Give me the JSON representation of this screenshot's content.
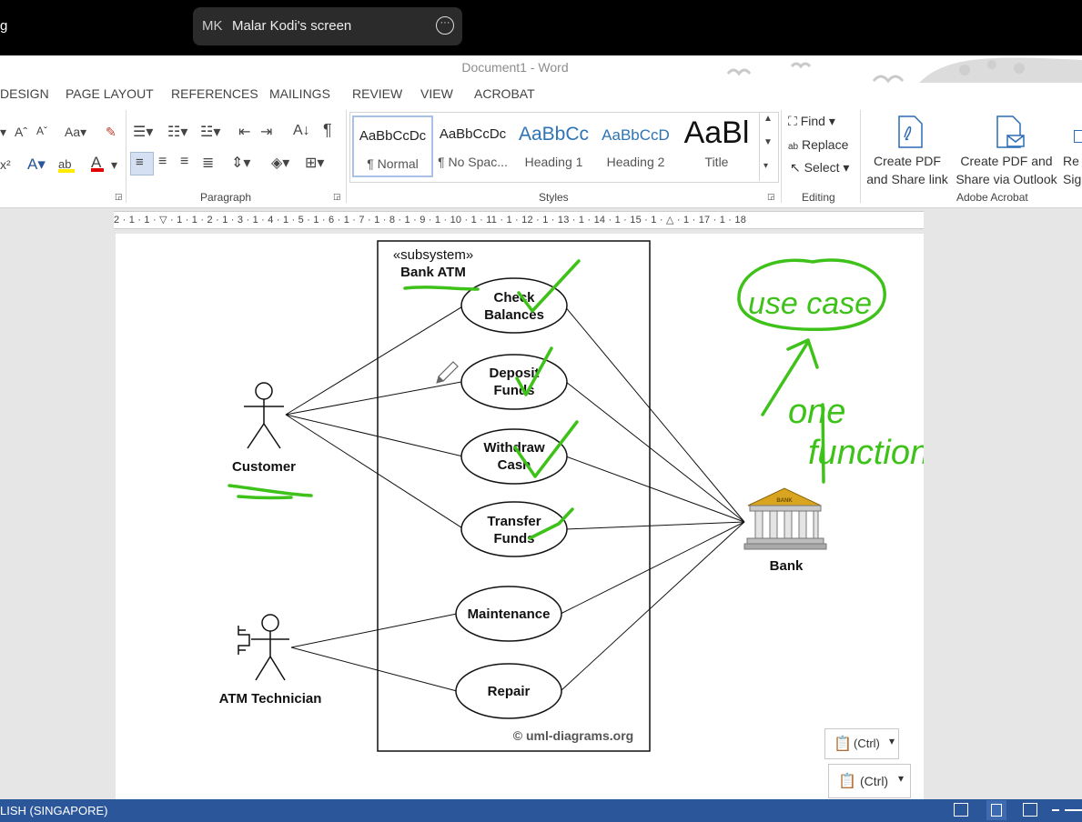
{
  "share_bar": {
    "left_text": "g",
    "initials": "MK",
    "label": "Malar Kodi's screen",
    "more": "···"
  },
  "window": {
    "title": "Document1 - Word"
  },
  "tabs": [
    "DESIGN",
    "PAGE LAYOUT",
    "REFERENCES",
    "MAILINGS",
    "REVIEW",
    "VIEW",
    "ACROBAT"
  ],
  "ribbon": {
    "paragraph_label": "Paragraph",
    "styles_label": "Styles",
    "editing_label": "Editing",
    "acrobat_label": "Adobe Acrobat",
    "styles": [
      {
        "sample": "AaBbCcDc",
        "name": "¶ Normal"
      },
      {
        "sample": "AaBbCcDc",
        "name": "¶ No Spac..."
      },
      {
        "sample": "AaBbCc",
        "name": "Heading 1"
      },
      {
        "sample": "AaBbCcD",
        "name": "Heading 2"
      },
      {
        "sample": "AaBl",
        "name": "Title"
      }
    ],
    "find": "Find",
    "replace": "Replace",
    "select": "Select",
    "create_pdf_1": "Create PDF",
    "create_pdf_2": "and Share link",
    "share_outlook_1": "Create PDF and",
    "share_outlook_2": "Share via Outlook",
    "cut_1": "Re",
    "cut_2": "Sig"
  },
  "ruler": "2 · 1 · 1 · ▽ · 1 · 1 · 2 · 1 · 3 · 1 · 4 · 1 · 5 · 1 · 6 · 1 · 7 · 1 · 8 · 1 · 9 · 1 · 10 · 1 · 11 · 1 · 12 · 1 · 13 · 1 · 14 · 1 · 15 · 1 · △ · 1 · 17 · 1 · 18",
  "diagram": {
    "stereotype": "«subsystem»",
    "system_name": "Bank ATM",
    "use_cases": [
      {
        "line1": "Check",
        "line2": "Balances"
      },
      {
        "line1": "Deposit",
        "line2": "Funds"
      },
      {
        "line1": "Withdraw",
        "line2": "Cash"
      },
      {
        "line1": "Transfer",
        "line2": "Funds"
      },
      {
        "line1": "Maintenance",
        "line2": ""
      },
      {
        "line1": "Repair",
        "line2": ""
      }
    ],
    "actors": {
      "customer": "Customer",
      "technician": "ATM Technician",
      "bank": "Bank",
      "bank_sign": "BANK"
    },
    "copyright": "© uml-diagrams.org"
  },
  "annotations": {
    "use_case": "use case",
    "one": "one",
    "function": "function"
  },
  "paste_options": [
    "(Ctrl)",
    "(Ctrl)"
  ],
  "status": {
    "language": "LISH (SINGAPORE)"
  },
  "colors": {
    "ink": "#3ec21a",
    "status_bar": "#2b579a",
    "ribbon_accent": "#2b579a"
  }
}
